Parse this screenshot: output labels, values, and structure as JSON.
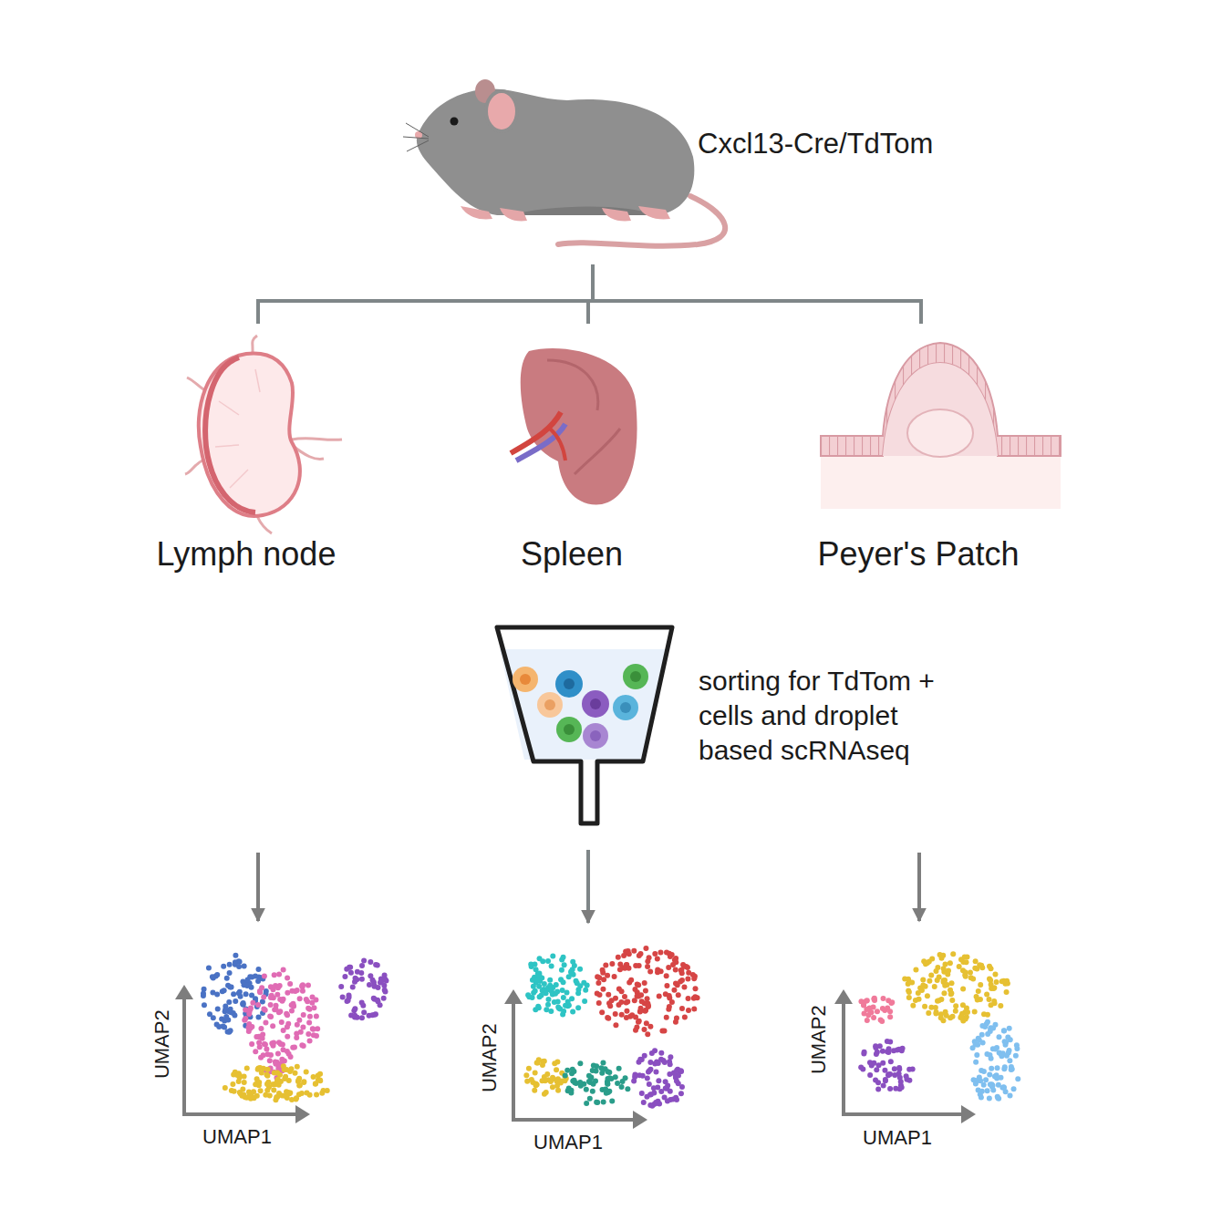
{
  "diagram": {
    "nodes": [
      {
        "text": [
          "Cxcl13-Cre/TdTom"
        ]
      },
      {
        "text": [
          "Lymph node"
        ]
      },
      {
        "text": [
          "Spleen"
        ]
      },
      {
        "text": [
          "Peyer's Patch"
        ]
      },
      {
        "text": [
          "sorting for TdTom + cells and droplet based scRNAseq"
        ]
      },
      {
        "text": [
          "UMAP2",
          "UMAP1"
        ]
      },
      {
        "text": [
          "UMAP2",
          "UMAP1"
        ]
      },
      {
        "text": [
          "UMAP2",
          "UMAP1"
        ]
      }
    ],
    "edges": [
      {
        "from": 0,
        "to": 1,
        "arrow": "none"
      },
      {
        "from": 0,
        "to": 2,
        "arrow": "none"
      },
      {
        "from": 0,
        "to": 3,
        "arrow": "none"
      },
      {
        "from": 4,
        "to": 6,
        "arrow": "to"
      }
    ]
  }
}
